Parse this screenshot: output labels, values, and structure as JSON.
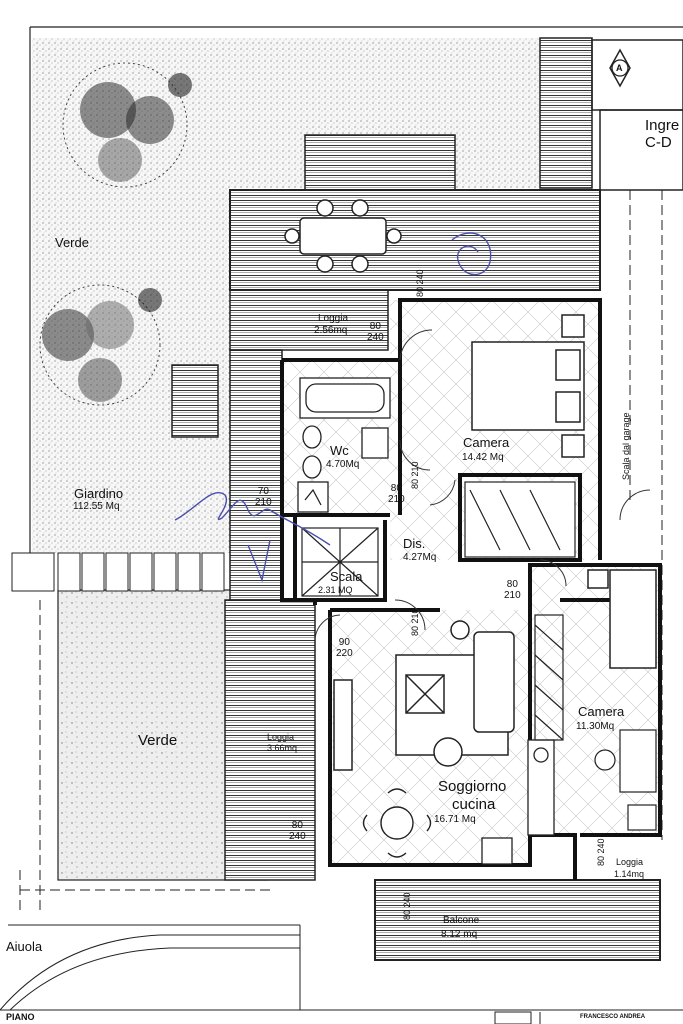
{
  "rooms": {
    "verde_top": {
      "name": "Verde"
    },
    "giardino": {
      "name": "Giardino",
      "area": "112.55 Mq"
    },
    "verde_bottom": {
      "name": "Verde"
    },
    "aiuola": {
      "name": "Aiuola"
    },
    "loggia_top": {
      "name": "Loggia",
      "area": "2.56mq"
    },
    "wc": {
      "name": "Wc",
      "area": "4.70Mq"
    },
    "camera_main": {
      "name": "Camera",
      "area": "14.42 Mq"
    },
    "dis": {
      "name": "Dis.",
      "area": "4.27Mq"
    },
    "scala": {
      "name": "Scala",
      "area": "2.31 MQ"
    },
    "camera_small": {
      "name": "Camera",
      "area": "11.30Mq"
    },
    "soggiorno": {
      "name": "Soggiorno",
      "name2": "cucina",
      "area": "16.71 Mq"
    },
    "loggia_left": {
      "name": "Loggia",
      "area": "3.66mq"
    },
    "loggia_right": {
      "name": "Loggia",
      "area": "1.14mq"
    },
    "balcone": {
      "name": "Balcone",
      "area": "8.12 mq"
    },
    "scala_garage": {
      "name": "Scala dal garage"
    },
    "ingresso": {
      "line1": "Ingre",
      "line2": "C-D"
    }
  },
  "doors": [
    {
      "w": "80",
      "h": "240"
    },
    {
      "w": "80",
      "h": "210"
    },
    {
      "w": "80",
      "h": "210"
    },
    {
      "w": "80",
      "h": "210"
    },
    {
      "w": "90",
      "h": "220"
    },
    {
      "w": "80",
      "h": "210"
    },
    {
      "w": "80",
      "h": "240"
    },
    {
      "w": "80",
      "h": "240"
    },
    {
      "w": "80",
      "h": "240"
    },
    {
      "w": "80",
      "h": "240"
    },
    {
      "w": "70",
      "h": "210"
    }
  ],
  "marker": {
    "letter": "A"
  },
  "footer": {
    "left": "PIANO",
    "right": "FRANCESCO ANDREA"
  }
}
